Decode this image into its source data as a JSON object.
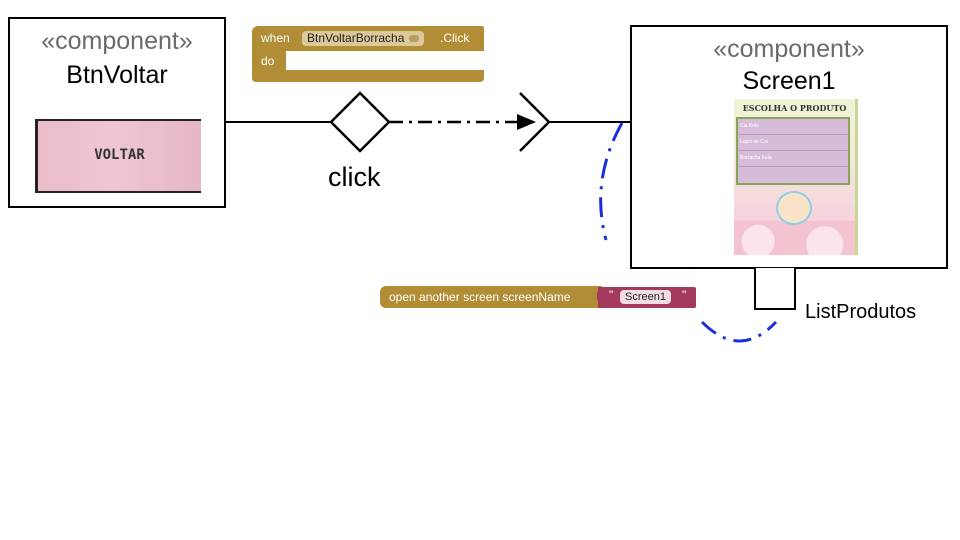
{
  "btnvoltar": {
    "stereotype": "«component»",
    "name": "BtnVoltar",
    "button_label": "VOLTAR"
  },
  "event_block": {
    "when": "when",
    "component": "BtnVoltarBorracha",
    "event": ".Click",
    "do": "do"
  },
  "connector": {
    "label": "click"
  },
  "screen1": {
    "stereotype": "«component»",
    "name": "Screen1",
    "screen_title": "ESCOLHA O PRODUTO",
    "list_items": [
      "Cia Kela",
      "Lapis de Cor",
      "Borracha Kela",
      ""
    ]
  },
  "port": {
    "label": "ListProdutos"
  },
  "open_block": {
    "text": "open another screen  screenName",
    "quote_open": "\"",
    "screen_name": "Screen1",
    "quote_close": "\""
  },
  "colors": {
    "blockly_event": "#b18e35",
    "blockly_text": "#a33a5b",
    "dash_blue": "#1a2fd6",
    "stereotype_gray": "#6b6b6b"
  }
}
